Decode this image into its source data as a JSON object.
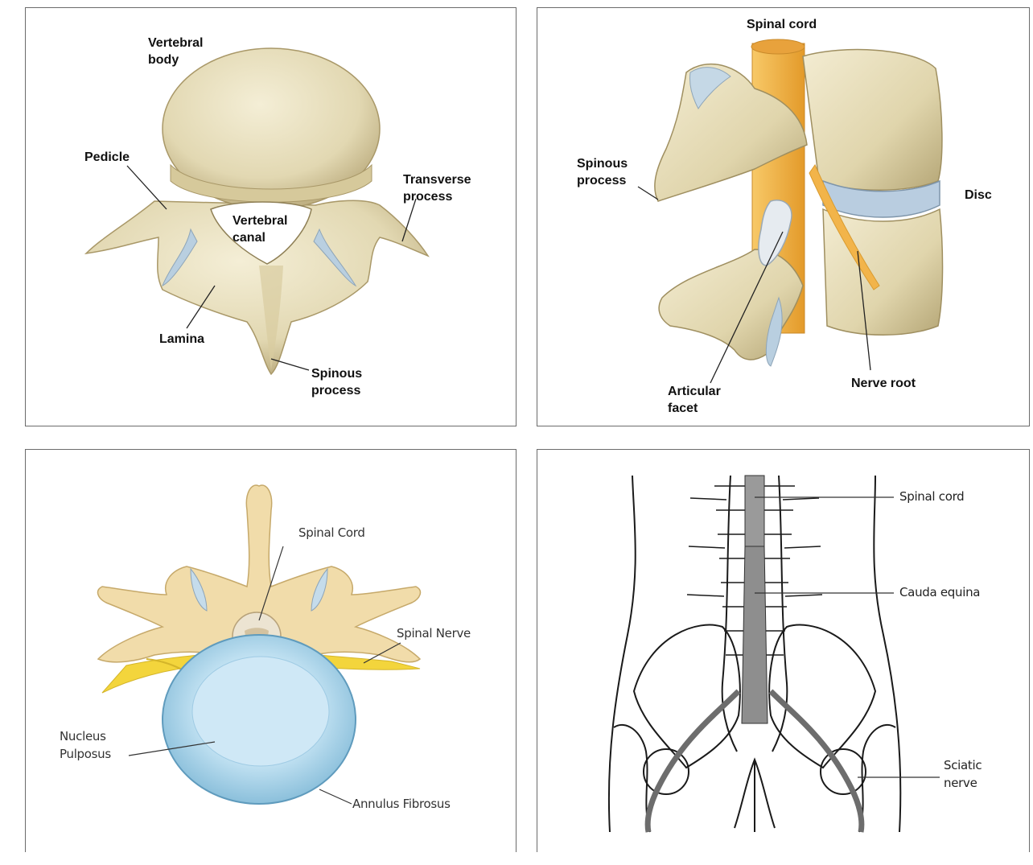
{
  "panel_top_view": {
    "labels": {
      "vertebral_body": "Vertebral\nbody",
      "pedicle": "Pedicle",
      "transverse_process": "Transverse\nprocess",
      "vertebral_canal": "Vertebral\ncanal",
      "lamina": "Lamina",
      "spinous_process": "Spinous\nprocess"
    }
  },
  "panel_side_view": {
    "labels": {
      "spinal_cord": "Spinal cord",
      "spinous_process": "Spinous\nprocess",
      "disc": "Disc",
      "articular_facet": "Articular\nfacet",
      "nerve_root": "Nerve root"
    }
  },
  "panel_disc_view": {
    "labels": {
      "spinal_cord": "Spinal Cord",
      "spinal_nerve": "Spinal Nerve",
      "nucleus_pulposus": "Nucleus\nPulposus",
      "annulus_fibrosus": "Annulus Fibrosus"
    }
  },
  "panel_back_view": {
    "labels": {
      "spinal_cord": "Spinal cord",
      "cauda_equina": "Cauda equina",
      "sciatic_nerve": "Sciatic\nnerve"
    }
  },
  "colors": {
    "bone": "#e8dfbf",
    "bone_shadow": "#c9bc8e",
    "cartilage": "#b9cfe0",
    "cord": "#f2b44a",
    "nerve_yellow": "#f3d53c",
    "disc_blue": "#a9d3ea",
    "line": "#222222"
  }
}
